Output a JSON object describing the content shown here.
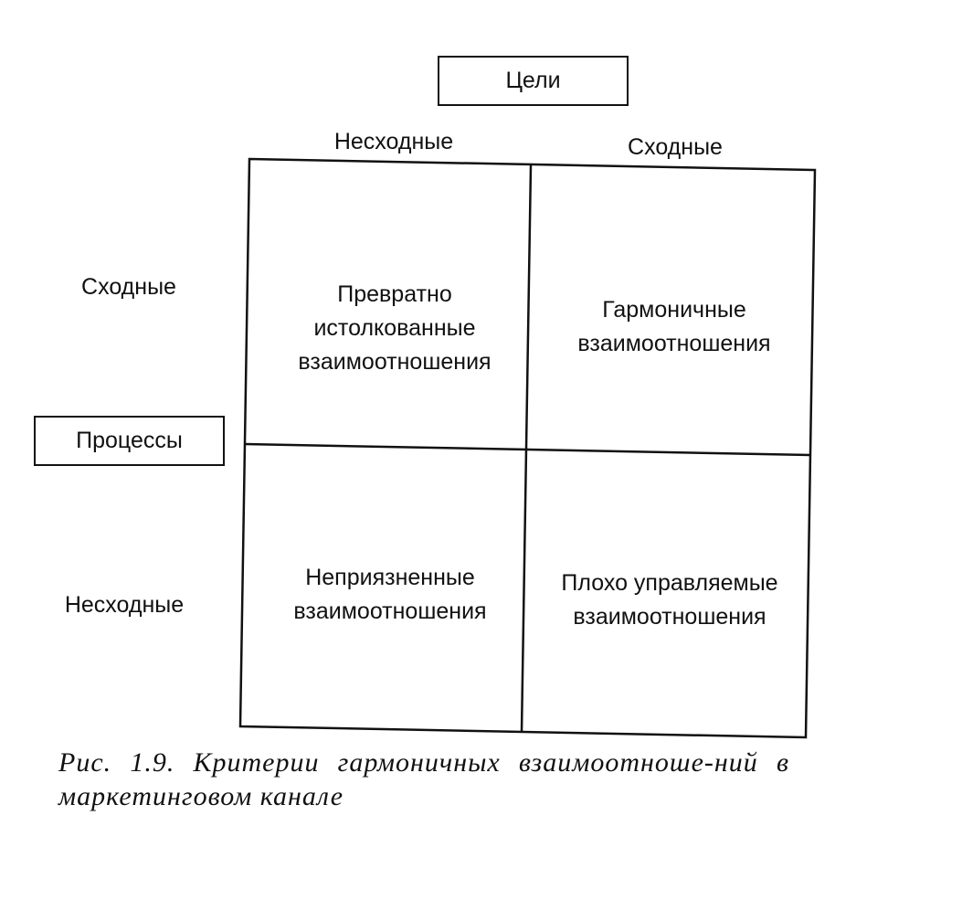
{
  "goals_label": "Цели",
  "processes_label": "Процессы",
  "columns": {
    "dissimilar": "Несходные",
    "similar": "Сходные"
  },
  "rows": {
    "similar": "Сходные",
    "dissimilar": "Несходные"
  },
  "quadrants": {
    "misinterpreted": "Превратно истолкованные взаимоотношения",
    "harmonious": "Гармоничные взаимоотношения",
    "hostile": "Неприязненные взаимоотношения",
    "poorly_managed": "Плохо управляемые взаимоотношения"
  },
  "caption": "Рис. 1.9. Критерии гармоничных взаимоотноше-ний в маркетинговом канале"
}
